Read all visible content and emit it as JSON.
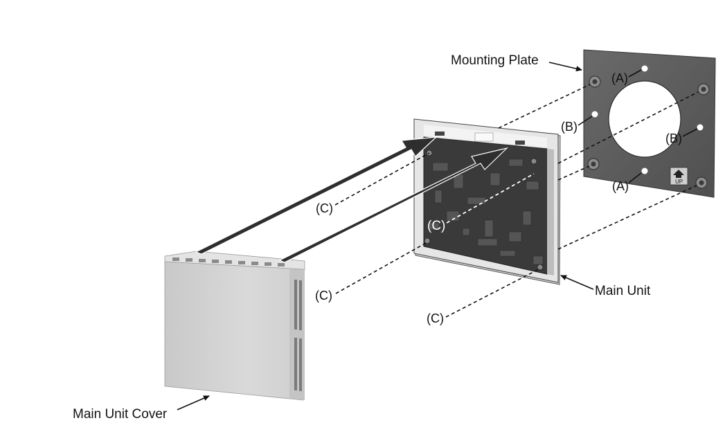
{
  "labels": {
    "mounting_plate": "Mounting Plate",
    "main_unit": "Main Unit",
    "main_unit_cover": "Main Unit Cover",
    "a_top": "(A)",
    "a_bottom": "(A)",
    "b_left": "(B)",
    "b_right": "(B)",
    "c_1": "(C)",
    "c_2": "(C)",
    "c_3": "(C)",
    "c_4": "(C)",
    "up_marker": "UP"
  },
  "colors": {
    "plate": "#5e5e5e",
    "board": "#3c3c3c",
    "frame": "#e4e4e4",
    "cover": "#d2d2d2",
    "arrow": "#2e2e2e"
  },
  "icons": {
    "up": "up-arrow-icon"
  }
}
